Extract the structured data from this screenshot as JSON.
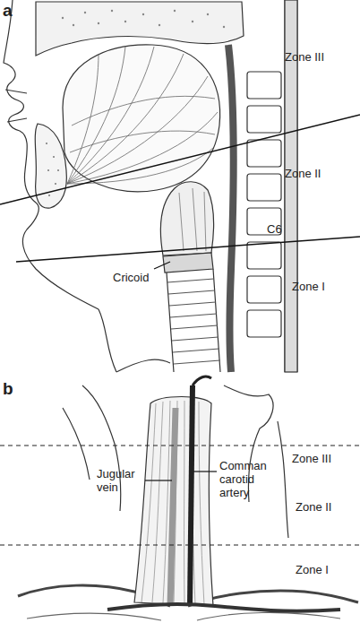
{
  "diagram": {
    "labels": [
      "a",
      "Zone III",
      "Zone II",
      "C6",
      "Cricoid",
      "Zone I",
      "b",
      "Zone III",
      "Jugular vein",
      "Comman carotid artery",
      "Zone II",
      "Zone I"
    ]
  }
}
